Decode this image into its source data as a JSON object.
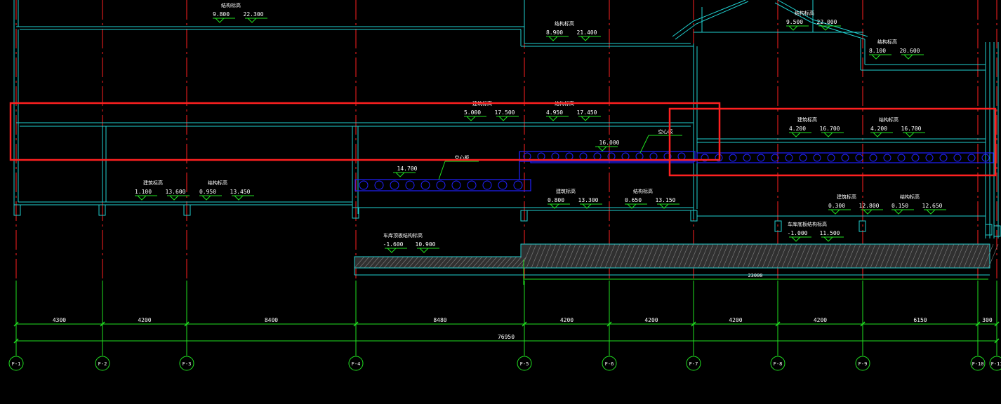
{
  "colors": {
    "background": "#000000",
    "structure": "#20d0d0",
    "axis_grid": "#ff2020",
    "dimension": "#20e020",
    "void_slab": "#2020ff",
    "highlight": "#ff2020",
    "text": "#ffffff"
  },
  "elevation_marks": [
    {
      "title": "结构标高",
      "values": [
        "9.800",
        "22.300"
      ]
    },
    {
      "title": "结构标高",
      "values": [
        "8.900",
        "21.400"
      ]
    },
    {
      "title": "结构标高",
      "values": [
        "9.500",
        "22.000"
      ]
    },
    {
      "title": "结构标高",
      "values": [
        "8.100",
        "20.600"
      ]
    },
    {
      "title": "建筑标高",
      "values": [
        "5.000",
        "17.500"
      ]
    },
    {
      "title": "结构标高",
      "values": [
        "4.950",
        "17.450"
      ]
    },
    {
      "title": "建筑标高",
      "values": [
        "4.200",
        "16.700"
      ]
    },
    {
      "title": "结构标高",
      "values": [
        "4.200",
        "16.700"
      ]
    },
    {
      "title": "建筑标高",
      "values": [
        "1.100",
        "13.600"
      ]
    },
    {
      "title": "结构标高",
      "values": [
        "0.950",
        "13.450"
      ]
    },
    {
      "title": "建筑标高",
      "values": [
        "0.800",
        "13.300"
      ]
    },
    {
      "title": "结构标高",
      "values": [
        "0.650",
        "13.150"
      ]
    },
    {
      "title": "建筑标高",
      "values": [
        "0.300",
        "12.800"
      ]
    },
    {
      "title": "结构标高",
      "values": [
        "0.150",
        "12.650"
      ]
    },
    {
      "title": "车库顶板结构标高",
      "values": [
        "-1.600",
        "10.900"
      ]
    },
    {
      "title": "车库底板结构标高",
      "values": [
        "-1.000",
        "11.500"
      ]
    }
  ],
  "single_marks": [
    "14.700",
    "16.000"
  ],
  "notes": [
    "空心板",
    "空心板",
    "23000"
  ],
  "dimensions": {
    "spans": [
      "4300",
      "4200",
      "8400",
      "8480",
      "4200",
      "4200",
      "4200",
      "4200",
      "6150",
      "300"
    ],
    "total": "76950"
  },
  "axes": [
    "F-1",
    "F-2",
    "F-3",
    "F-4",
    "F-5",
    "F-6",
    "F-7",
    "F-8",
    "F-9",
    "F-10",
    "F-11"
  ]
}
